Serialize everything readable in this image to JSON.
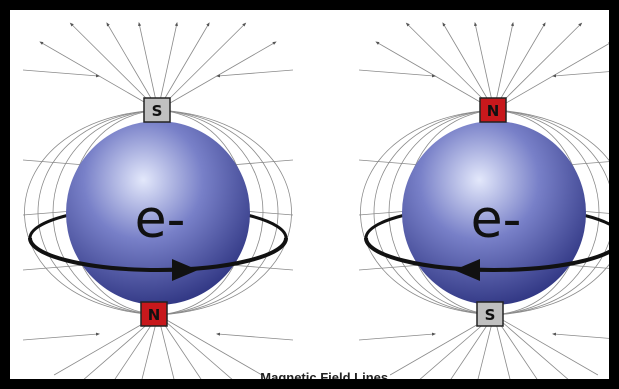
{
  "title": "",
  "caption": "Magnetic Field Lines.",
  "colors": {
    "north_pole": "#c8181c",
    "south_pole": "#c0c0c0",
    "sphere_light": "#e3e8fb",
    "sphere_mid": "#7880c8",
    "sphere_dark": "#2d3380",
    "field_line": "#8a8a8a",
    "orbit": "#111111"
  },
  "electrons": [
    {
      "label": "e-",
      "top_pole": {
        "label": "S",
        "type": "south"
      },
      "bottom_pole": {
        "label": "N",
        "type": "north"
      },
      "spin_arrow_direction": "right"
    },
    {
      "label": "e-",
      "top_pole": {
        "label": "N",
        "type": "north"
      },
      "bottom_pole": {
        "label": "S",
        "type": "south"
      },
      "spin_arrow_direction": "left"
    }
  ]
}
